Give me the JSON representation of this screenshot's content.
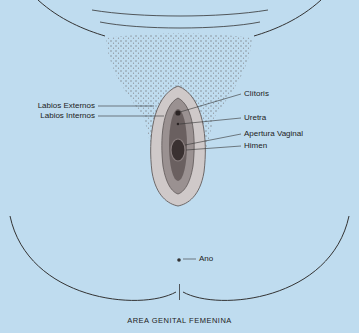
{
  "diagram": {
    "caption": "AREA GENITAL FEMENINA",
    "labels": [
      "Clítoris",
      "Labios Externos",
      "Labios Internos",
      "Uretra",
      "Apertura Vaginal",
      "Himen",
      "Ano"
    ]
  }
}
